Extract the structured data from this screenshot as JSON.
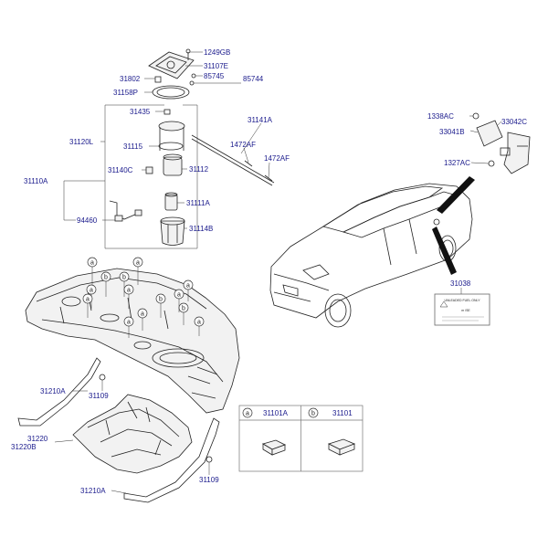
{
  "callouts": [
    {
      "id": "c1249gb",
      "text": "1249GB"
    },
    {
      "id": "c31107e",
      "text": "31107E"
    },
    {
      "id": "c31802",
      "text": "31802"
    },
    {
      "id": "c85745",
      "text": "85745"
    },
    {
      "id": "c85744",
      "text": "85744"
    },
    {
      "id": "c31158p",
      "text": "31158P"
    },
    {
      "id": "c31435",
      "text": "31435"
    },
    {
      "id": "c31141a",
      "text": "31141A"
    },
    {
      "id": "c31120l",
      "text": "31120L"
    },
    {
      "id": "c31115",
      "text": "31115"
    },
    {
      "id": "c1472af1",
      "text": "1472AF"
    },
    {
      "id": "c1472af2",
      "text": "1472AF"
    },
    {
      "id": "c31140c",
      "text": "31140C"
    },
    {
      "id": "c31112",
      "text": "31112"
    },
    {
      "id": "c31110a",
      "text": "31110A"
    },
    {
      "id": "c31111a",
      "text": "31111A"
    },
    {
      "id": "c94460",
      "text": "94460"
    },
    {
      "id": "c31114b",
      "text": "31114B"
    },
    {
      "id": "c1338ac",
      "text": "1338AC"
    },
    {
      "id": "c33042c",
      "text": "33042C"
    },
    {
      "id": "c33041b",
      "text": "33041B"
    },
    {
      "id": "c1327ac",
      "text": "1327AC"
    },
    {
      "id": "c31038",
      "text": "31038"
    },
    {
      "id": "c31210a1",
      "text": "31210A"
    },
    {
      "id": "c31109a",
      "text": "31109"
    },
    {
      "id": "c31220",
      "text": "31220"
    },
    {
      "id": "c31220b",
      "text": "31220B"
    },
    {
      "id": "c31109b",
      "text": "31109"
    },
    {
      "id": "c31210a2",
      "text": "31210A"
    }
  ],
  "tank_markers": [
    "a",
    "a",
    "b",
    "b",
    "a",
    "a",
    "a",
    "a",
    "b",
    "a",
    "b",
    "a",
    "a",
    "a"
  ],
  "legend": {
    "a": {
      "letter": "a",
      "part": "31101A"
    },
    "b": {
      "letter": "b",
      "part": "31101"
    }
  },
  "fuel_label": {
    "line1": "UNLEADED FUEL ONLY",
    "line2": "m /SE"
  },
  "colors": {
    "callout_text": "#1a1a8c",
    "line": "#222222",
    "label_box": "#666666"
  }
}
